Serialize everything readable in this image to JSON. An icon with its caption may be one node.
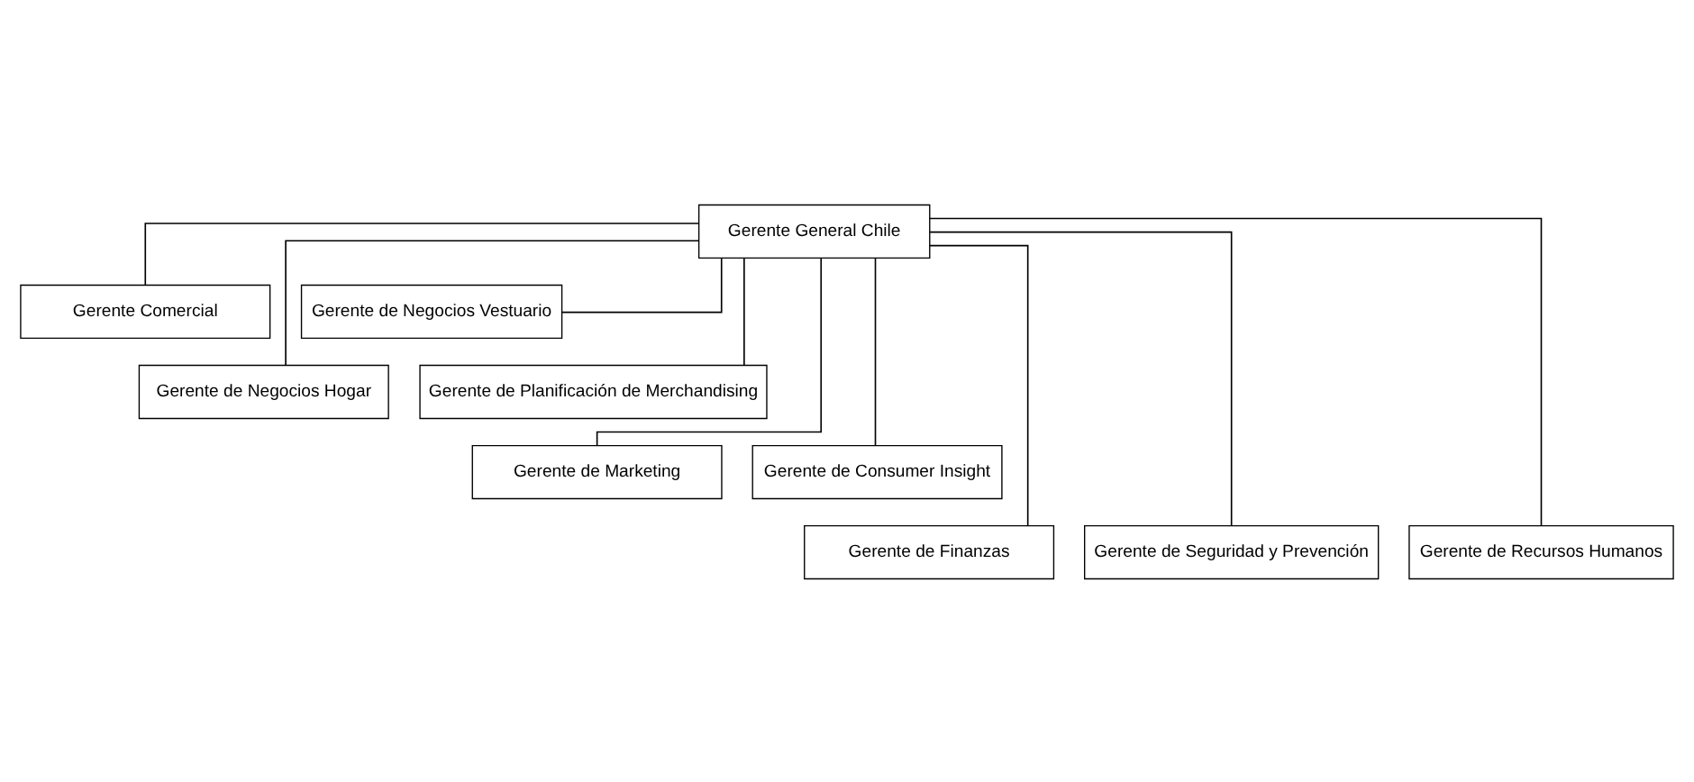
{
  "diagram": {
    "nodes": [
      {
        "text": [
          "Gerente General Chile"
        ]
      },
      {
        "text": [
          "Gerente Comercial"
        ]
      },
      {
        "text": [
          "Gerente de Negocios Vestuario"
        ]
      },
      {
        "text": [
          "Gerente de Negocios Hogar"
        ]
      },
      {
        "text": [
          "Gerente de Planificación de Merchandising"
        ]
      },
      {
        "text": [
          "Gerente de Marketing"
        ]
      },
      {
        "text": [
          "Gerente de Consumer Insight"
        ]
      },
      {
        "text": [
          "Gerente de Finanzas"
        ]
      },
      {
        "text": [
          "Gerente de Seguridad y Prevención"
        ]
      },
      {
        "text": [
          "Gerente de Recursos Humanos"
        ]
      }
    ],
    "edges": [
      {
        "from": 0,
        "to": 1,
        "arrow": "none"
      },
      {
        "from": 0,
        "to": 2,
        "arrow": "none"
      },
      {
        "from": 0,
        "to": 3,
        "arrow": "none"
      },
      {
        "from": 0,
        "to": 4,
        "arrow": "none"
      },
      {
        "from": 0,
        "to": 5,
        "arrow": "none"
      },
      {
        "from": 0,
        "to": 6,
        "arrow": "none"
      },
      {
        "from": 0,
        "to": 7,
        "arrow": "none"
      },
      {
        "from": 0,
        "to": 8,
        "arrow": "none"
      },
      {
        "from": 0,
        "to": 9,
        "arrow": "none"
      }
    ]
  }
}
